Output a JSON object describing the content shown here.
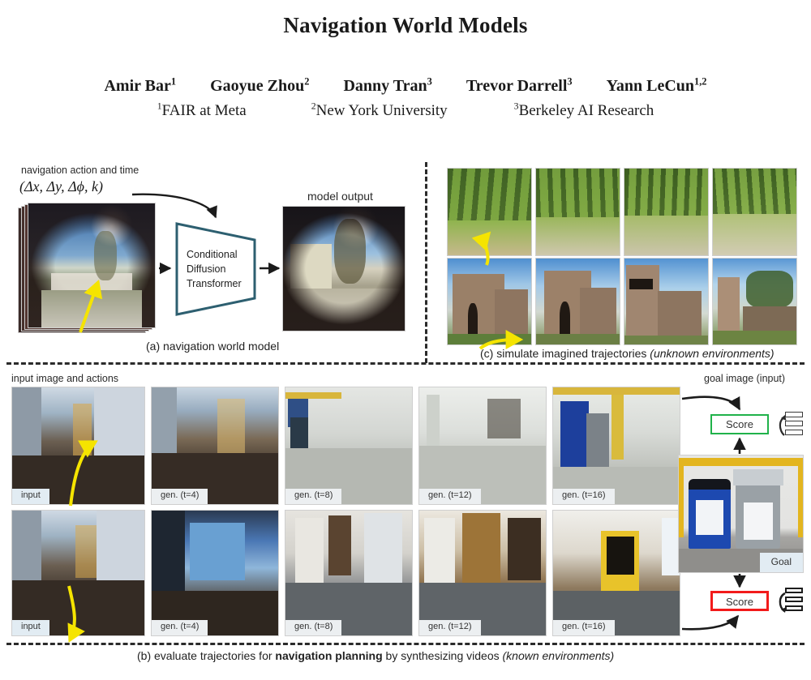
{
  "paper": {
    "title": "Navigation World Models",
    "authors": [
      {
        "name": "Amir Bar",
        "sup": "1"
      },
      {
        "name": "Gaoyue Zhou",
        "sup": "2"
      },
      {
        "name": "Danny Tran",
        "sup": "3"
      },
      {
        "name": "Trevor Darrell",
        "sup": "3"
      },
      {
        "name": "Yann LeCun",
        "sup": "1,2"
      }
    ],
    "affiliations": [
      {
        "sup": "1",
        "name": "FAIR at Meta"
      },
      {
        "sup": "2",
        "name": "New York University"
      },
      {
        "sup": "3",
        "name": "Berkeley AI Research"
      }
    ]
  },
  "panel_a": {
    "action_label": "navigation action and time",
    "action_formula": "(Δx, Δy, Δϕ, k)",
    "model_box": "Conditional Diffusion Transformer",
    "model_box_lines": [
      "Conditional",
      "Diffusion",
      "Transformer"
    ],
    "output_label": "model output",
    "caption": "(a) navigation world model",
    "box_color": "#2d5f70",
    "arrow_color": "#f5e400"
  },
  "panel_c": {
    "caption_plain": "(c) simulate imagined trajectories ",
    "caption_italic": "(unknown environments)",
    "rows": [
      {
        "name": "forest-trajectory",
        "frames": 4
      },
      {
        "name": "castle-trajectory",
        "frames": 4
      }
    ]
  },
  "panel_b": {
    "left_label": "input image and actions",
    "right_label": "goal image (input)",
    "goal_chip": "Goal",
    "score_label": "Score",
    "score_good_color": "#20b24a",
    "score_bad_color": "#f21b1b",
    "caption_pre": "(b) evaluate trajectories  for ",
    "caption_bold": "navigation planning",
    "caption_mid": " by synthesizing videos ",
    "caption_italic": "(known environments)",
    "rows": [
      {
        "name": "trajectory-top",
        "tiles": [
          {
            "label": "input",
            "kind": "input"
          },
          {
            "label": "gen. (t=4)",
            "kind": "gen"
          },
          {
            "label": "gen. (t=8)",
            "kind": "gen"
          },
          {
            "label": "gen. (t=12)",
            "kind": "gen"
          },
          {
            "label": "gen. (t=16)",
            "kind": "gen"
          }
        ]
      },
      {
        "name": "trajectory-bottom",
        "tiles": [
          {
            "label": "input",
            "kind": "input"
          },
          {
            "label": "gen. (t=4)",
            "kind": "gen"
          },
          {
            "label": "gen. (t=8)",
            "kind": "gen"
          },
          {
            "label": "gen. (t=12)",
            "kind": "gen"
          },
          {
            "label": "gen. (t=16)",
            "kind": "gen"
          }
        ]
      }
    ]
  }
}
